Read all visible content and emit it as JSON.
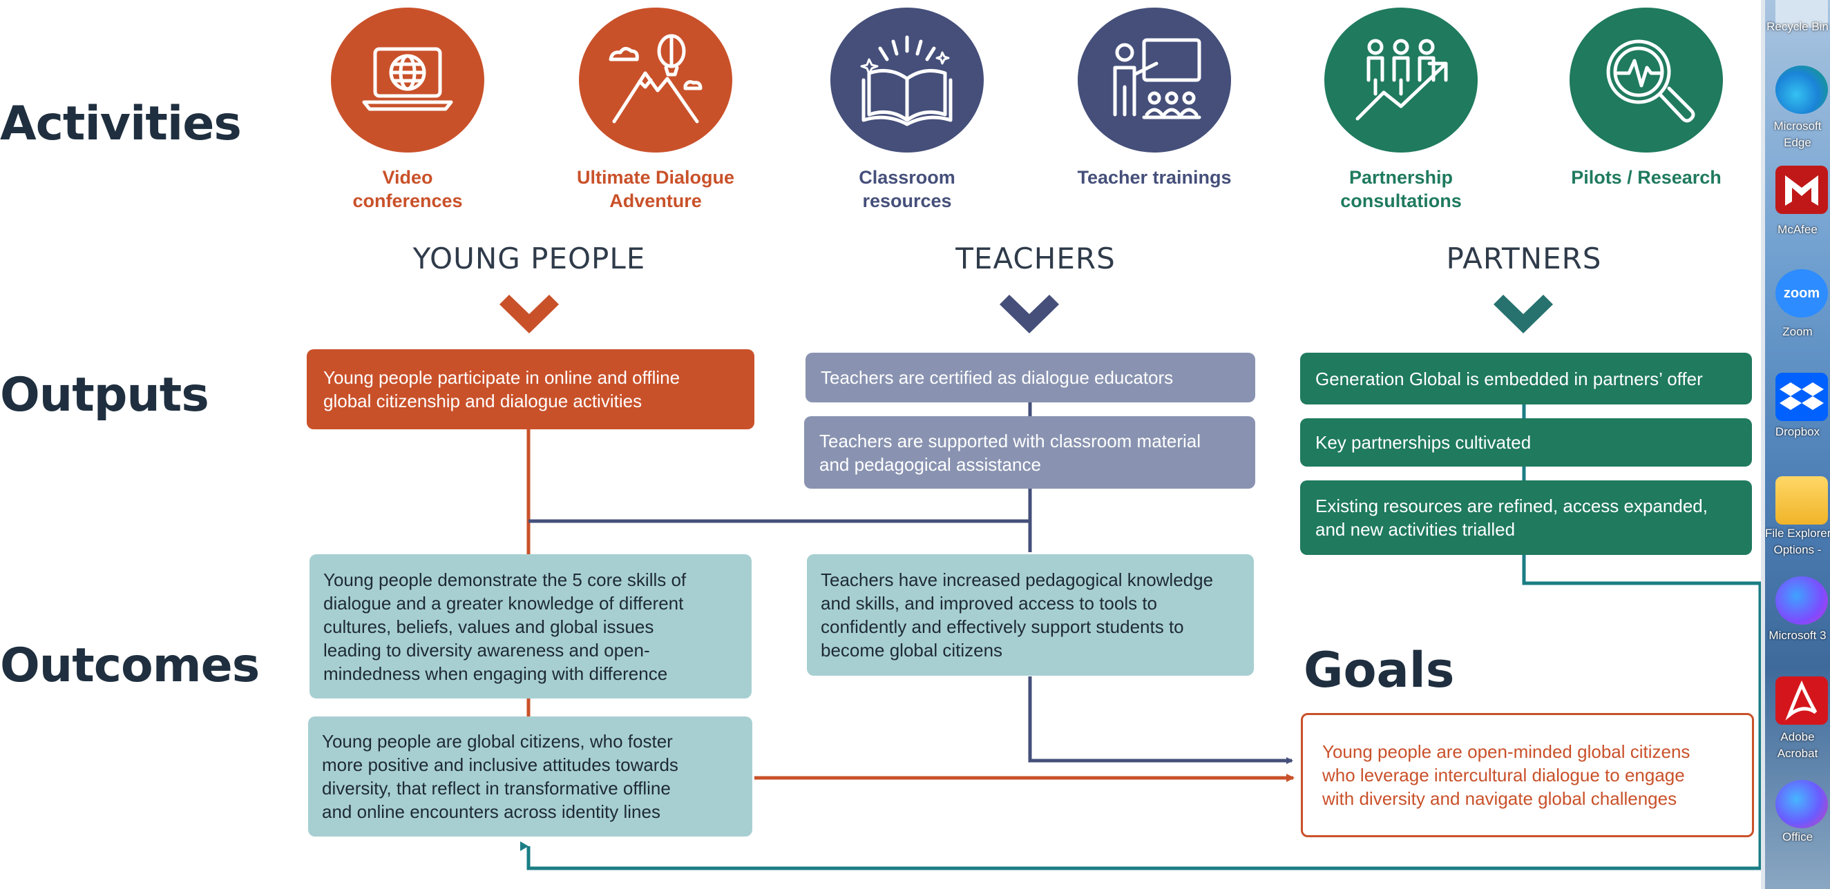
{
  "sections": {
    "activities": "Activities",
    "outputs": "Outputs",
    "outcomes": "Outcomes",
    "goals": "Goals"
  },
  "activities": [
    {
      "label_line1": "Video",
      "label_line2": "conferences",
      "icon": "laptop-globe-icon",
      "color": "#c9512a"
    },
    {
      "label_line1": "Ultimate Dialogue",
      "label_line2": "Adventure",
      "icon": "mountain-balloon-icon",
      "color": "#c9512a"
    },
    {
      "label_line1": "Classroom",
      "label_line2": "resources",
      "icon": "open-book-icon",
      "color": "#454f7a"
    },
    {
      "label_line1": "Teacher trainings",
      "label_line2": "",
      "icon": "teacher-board-icon",
      "color": "#454f7a"
    },
    {
      "label_line1": "Partnership",
      "label_line2": "consultations",
      "icon": "people-growth-icon",
      "color": "#1f7a5e"
    },
    {
      "label_line1": "Pilots / Research",
      "label_line2": "",
      "icon": "magnifier-pulse-icon",
      "color": "#1f7a5e"
    }
  ],
  "audiences": {
    "young_people": "YOUNG PEOPLE",
    "teachers": "TEACHERS",
    "partners": "PARTNERS"
  },
  "outputs": {
    "young_people": {
      "line1": "Young people participate in online and offline",
      "line2": "global citizenship and dialogue activities"
    },
    "teachers_1": {
      "line1": "Teachers are certified as dialogue educators"
    },
    "teachers_2": {
      "line1": "Teachers are supported with classroom material",
      "line2": "and pedagogical assistance"
    },
    "partners_1": {
      "line1": "Generation Global is embedded in partners’ offer"
    },
    "partners_2": {
      "line1": "Key partnerships cultivated"
    },
    "partners_3": {
      "line1": "Existing resources are refined, access expanded,",
      "line2": "and new activities trialled"
    }
  },
  "outcomes": {
    "young_people_1": {
      "line1": "Young people demonstrate the 5 core skills of",
      "line2": "dialogue and a greater knowledge of different",
      "line3": "cultures, beliefs, values and global issues",
      "line4": "leading to diversity awareness and open-",
      "line5": "mindedness when engaging with difference"
    },
    "young_people_2": {
      "line1": "Young people are global citizens, who foster",
      "line2": "more positive and inclusive attitudes towards",
      "line3": "diversity, that reflect in transformative offline",
      "line4": "and online encounters across identity lines"
    },
    "teachers": {
      "line1": "Teachers have increased pedagogical knowledge",
      "line2": "and skills, and improved access to tools to",
      "line3": "confidently and effectively support students to",
      "line4": "become global citizens"
    }
  },
  "goal": {
    "line1": "Young people are open-minded global citizens",
    "line2": "who leverage intercultural dialogue to engage",
    "line3": "with diversity and navigate global challenges"
  },
  "desktop_icons": [
    {
      "label": "Recycle Bin",
      "icon": "recycle-bin-icon"
    },
    {
      "label": "Microsoft Edge",
      "label_line1": "Microsoft",
      "label_line2": "Edge",
      "icon": "edge-icon"
    },
    {
      "label": "McAfee",
      "icon": "mcafee-icon"
    },
    {
      "label": "Zoom",
      "icon_text": "zoom",
      "icon": "zoom-icon"
    },
    {
      "label": "Dropbox",
      "icon": "dropbox-icon"
    },
    {
      "label_line1": "File Explorer",
      "label_line2": "Options -",
      "icon": "folder-icon"
    },
    {
      "label": "Microsoft 3",
      "icon": "copilot-icon"
    },
    {
      "label_line1": "Adobe",
      "label_line2": "Acrobat",
      "icon": "acrobat-icon"
    },
    {
      "label": "Office",
      "icon": "office-icon"
    }
  ],
  "colors": {
    "orange": "#c9512a",
    "slate": "#454f7a",
    "slate_light": "#8993b1",
    "green": "#1f7a5e",
    "teal_light": "#a7cfd1",
    "teal_line": "#1b7d85",
    "dark_text": "#1f2f3f"
  }
}
